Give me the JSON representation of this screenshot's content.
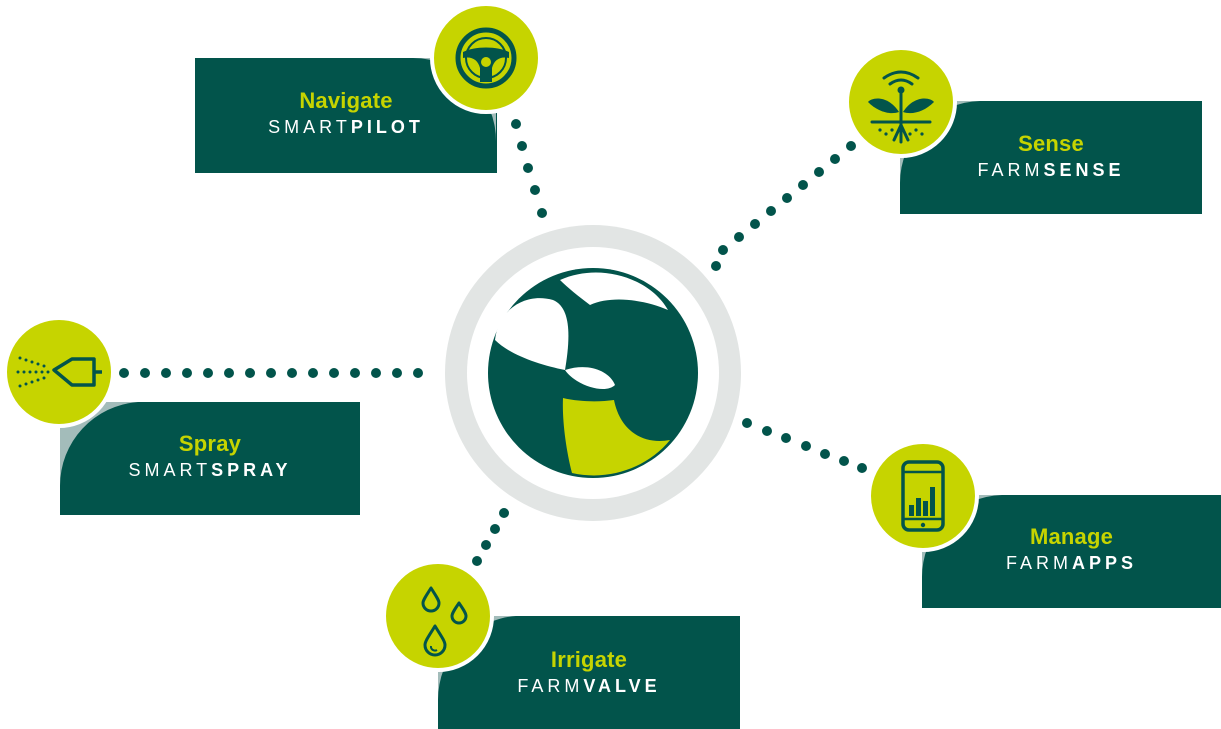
{
  "hub": {
    "logo": "hub-logo"
  },
  "modules": {
    "navigate": {
      "title": "Navigate",
      "brand_prefix": "SMART",
      "brand_suffix": "PILOT",
      "icon": "steering-wheel-icon"
    },
    "sense": {
      "title": "Sense",
      "brand_prefix": "FARM",
      "brand_suffix": "SENSE",
      "icon": "plant-sensor-icon"
    },
    "spray": {
      "title": "Spray",
      "brand_prefix": "SMART",
      "brand_suffix": "SPRAY",
      "icon": "spray-nozzle-icon"
    },
    "manage": {
      "title": "Manage",
      "brand_prefix": "FARM",
      "brand_suffix": "APPS",
      "icon": "smartphone-chart-icon"
    },
    "irrigate": {
      "title": "Irrigate",
      "brand_prefix": "FARM",
      "brand_suffix": "VALVE",
      "icon": "water-drops-icon"
    }
  },
  "colors": {
    "dark_green": "#02544b",
    "lime": "#c6d400",
    "ring_grey": "#e2e5e4",
    "shadow_grey": "#a3bcba"
  }
}
